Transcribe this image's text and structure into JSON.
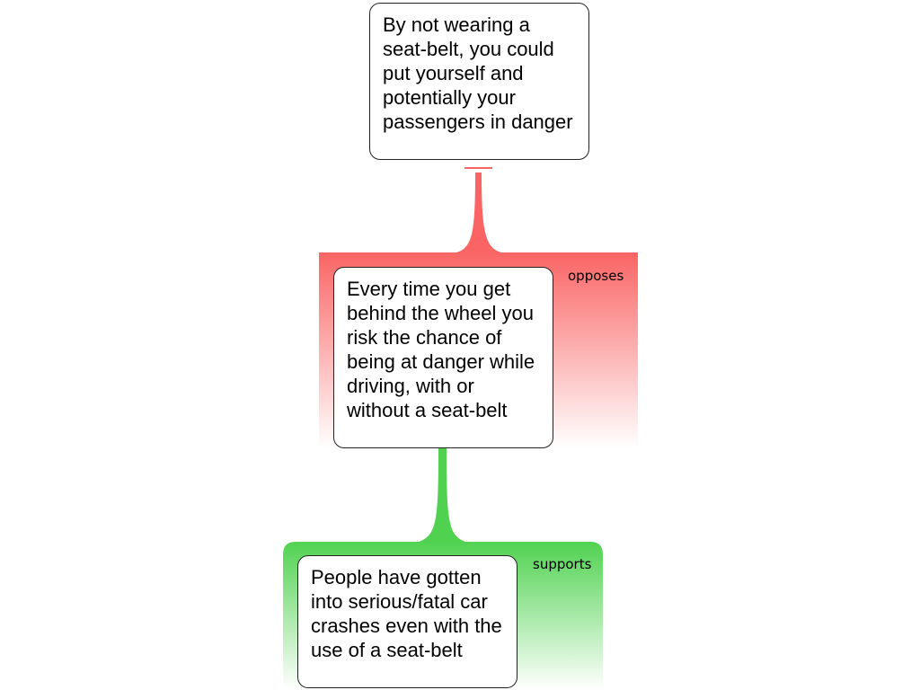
{
  "colors": {
    "oppose": "#fa6464",
    "support": "#50d250",
    "node_border": "#222222",
    "node_bg": "#ffffff"
  },
  "nodes": {
    "top": {
      "text": "By not wearing a seat-belt, you could put yourself and potentially your passengers in danger"
    },
    "middle": {
      "text": "Every time you get behind the wheel you risk the chance of being at danger while driving, with or without a seat-belt"
    },
    "bottom": {
      "text": "People have gotten into serious/fatal car crashes even with the use of a seat-belt"
    }
  },
  "relations": {
    "opposes": {
      "label": "opposes"
    },
    "supports": {
      "label": "supports"
    }
  }
}
